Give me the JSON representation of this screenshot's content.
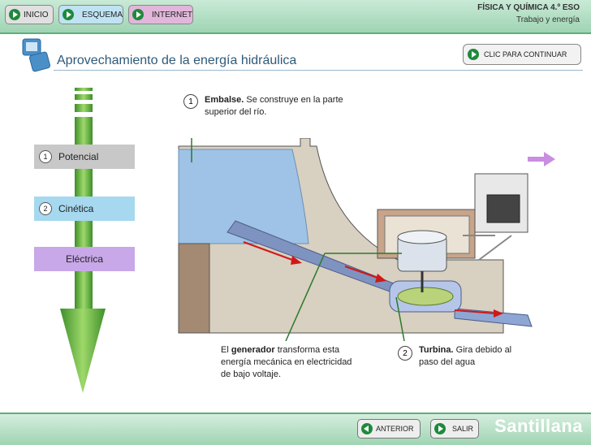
{
  "nav": {
    "inicio": "INICIO",
    "esquema": "ESQUEMA",
    "internet": "INTERNET"
  },
  "header": {
    "subject": "FÍSICA Y QUÍMICA 4.º ESO",
    "topic": "Trabajo y energía"
  },
  "page": {
    "title": "Aprovechamiento de la energía hidráulica",
    "continue_label": "CLIC PARA CONTINUAR"
  },
  "stages": [
    {
      "num": "1",
      "label": "Potencial",
      "color": "#c8c8c8"
    },
    {
      "num": "2",
      "label": "Cinética",
      "color": "#a6d8f0"
    },
    {
      "num": "",
      "label": "Eléctrica",
      "color": "#c8a8e8"
    }
  ],
  "annotations": {
    "embalse_num": "1",
    "embalse_bold": "Embalse.",
    "embalse_text": "Se construye en la parte superior del río.",
    "gen_pre": "El",
    "gen_bold": "generador",
    "gen_text": "transforma esta energía mecánica en electricidad de bajo voltaje.",
    "turbina_num": "2",
    "turbina_bold": "Turbina.",
    "turbina_text": "Gira debido al paso del agua"
  },
  "footer": {
    "anterior": "ANTERIOR",
    "salir": "SALIR",
    "brand": "Santillana"
  },
  "colors": {
    "accent": "#1e8a3c",
    "title": "#2e5a7a",
    "water": "#9ec3e6",
    "dam": "#d8d0c0",
    "pipe": "#7f93c0"
  }
}
